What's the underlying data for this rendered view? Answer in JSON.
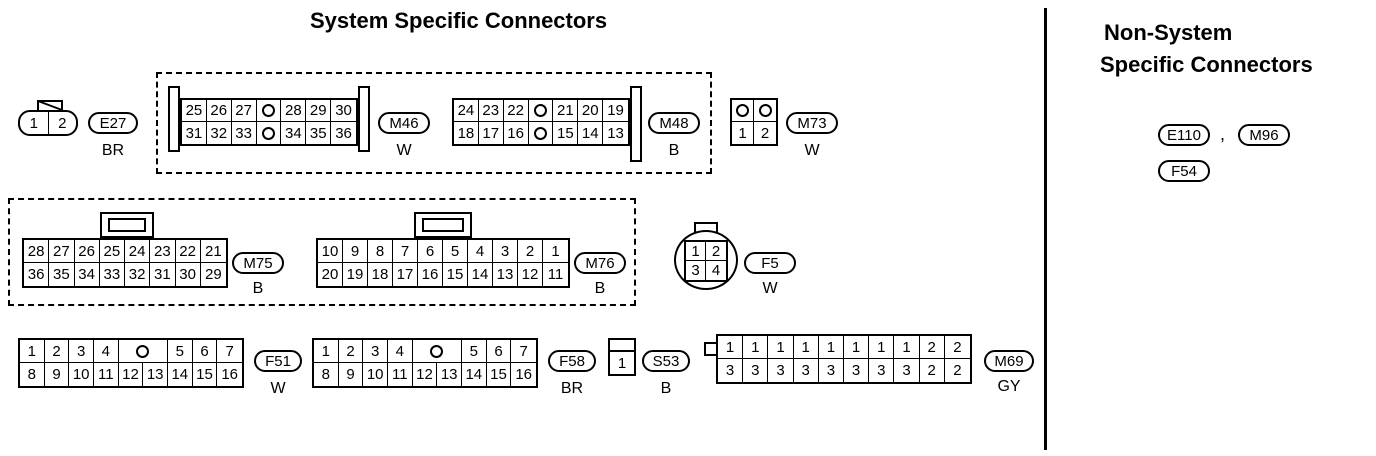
{
  "headings": {
    "system_specific": "System Specific Connectors",
    "non_system_line1": "Non-System",
    "non_system_line2": "Specific Connectors"
  },
  "connectors": {
    "E27": {
      "id": "E27",
      "color": "BR",
      "pins": [
        "1",
        "2"
      ]
    },
    "M46": {
      "id": "M46",
      "color": "W",
      "rows": [
        [
          "25",
          "26",
          "27",
          "",
          "28",
          "29",
          "30"
        ],
        [
          "31",
          "32",
          "33",
          "",
          "34",
          "35",
          "36"
        ]
      ]
    },
    "M48": {
      "id": "M48",
      "color": "B",
      "rows": [
        [
          "24",
          "23",
          "22",
          "",
          "21",
          "20",
          "19"
        ],
        [
          "18",
          "17",
          "16",
          "",
          "15",
          "14",
          "13"
        ]
      ]
    },
    "M73": {
      "id": "M73",
      "color": "W",
      "rows": [
        [
          "",
          ""
        ],
        [
          "1",
          "2"
        ]
      ]
    },
    "M75": {
      "id": "M75",
      "color": "B",
      "rows": [
        [
          "28",
          "27",
          "26",
          "25",
          "24",
          "23",
          "22",
          "21"
        ],
        [
          "36",
          "35",
          "34",
          "33",
          "32",
          "31",
          "30",
          "29"
        ]
      ]
    },
    "M76": {
      "id": "M76",
      "color": "B",
      "rows": [
        [
          "10",
          "9",
          "8",
          "7",
          "6",
          "5",
          "4",
          "3",
          "2",
          "1"
        ],
        [
          "20",
          "19",
          "18",
          "17",
          "16",
          "15",
          "14",
          "13",
          "12",
          "11"
        ]
      ]
    },
    "F5": {
      "id": "F5",
      "color": "W",
      "pins": [
        "1",
        "2",
        "3",
        "4"
      ]
    },
    "F51": {
      "id": "F51",
      "color": "W",
      "rows": [
        [
          "1",
          "2",
          "3",
          "4",
          "",
          "5",
          "6",
          "7"
        ],
        [
          "8",
          "9",
          "10",
          "11",
          "12",
          "13",
          "14",
          "15",
          "16"
        ]
      ]
    },
    "F58": {
      "id": "F58",
      "color": "BR",
      "rows": [
        [
          "1",
          "2",
          "3",
          "4",
          "",
          "5",
          "6",
          "7"
        ],
        [
          "8",
          "9",
          "10",
          "11",
          "12",
          "13",
          "14",
          "15",
          "16"
        ]
      ]
    },
    "S53": {
      "id": "S53",
      "color": "B",
      "pins": [
        "1"
      ]
    },
    "M69": {
      "id": "M69",
      "color": "GY",
      "rows": [
        [
          "1",
          "1",
          "1",
          "1",
          "1",
          "1",
          "1",
          "1",
          "2",
          "2"
        ],
        [
          "3",
          "3",
          "3",
          "3",
          "3",
          "3",
          "3",
          "3",
          "2",
          "2"
        ]
      ]
    }
  },
  "non_system": {
    "E110": "E110",
    "separator": ",",
    "M96": "M96",
    "F54": "F54"
  }
}
